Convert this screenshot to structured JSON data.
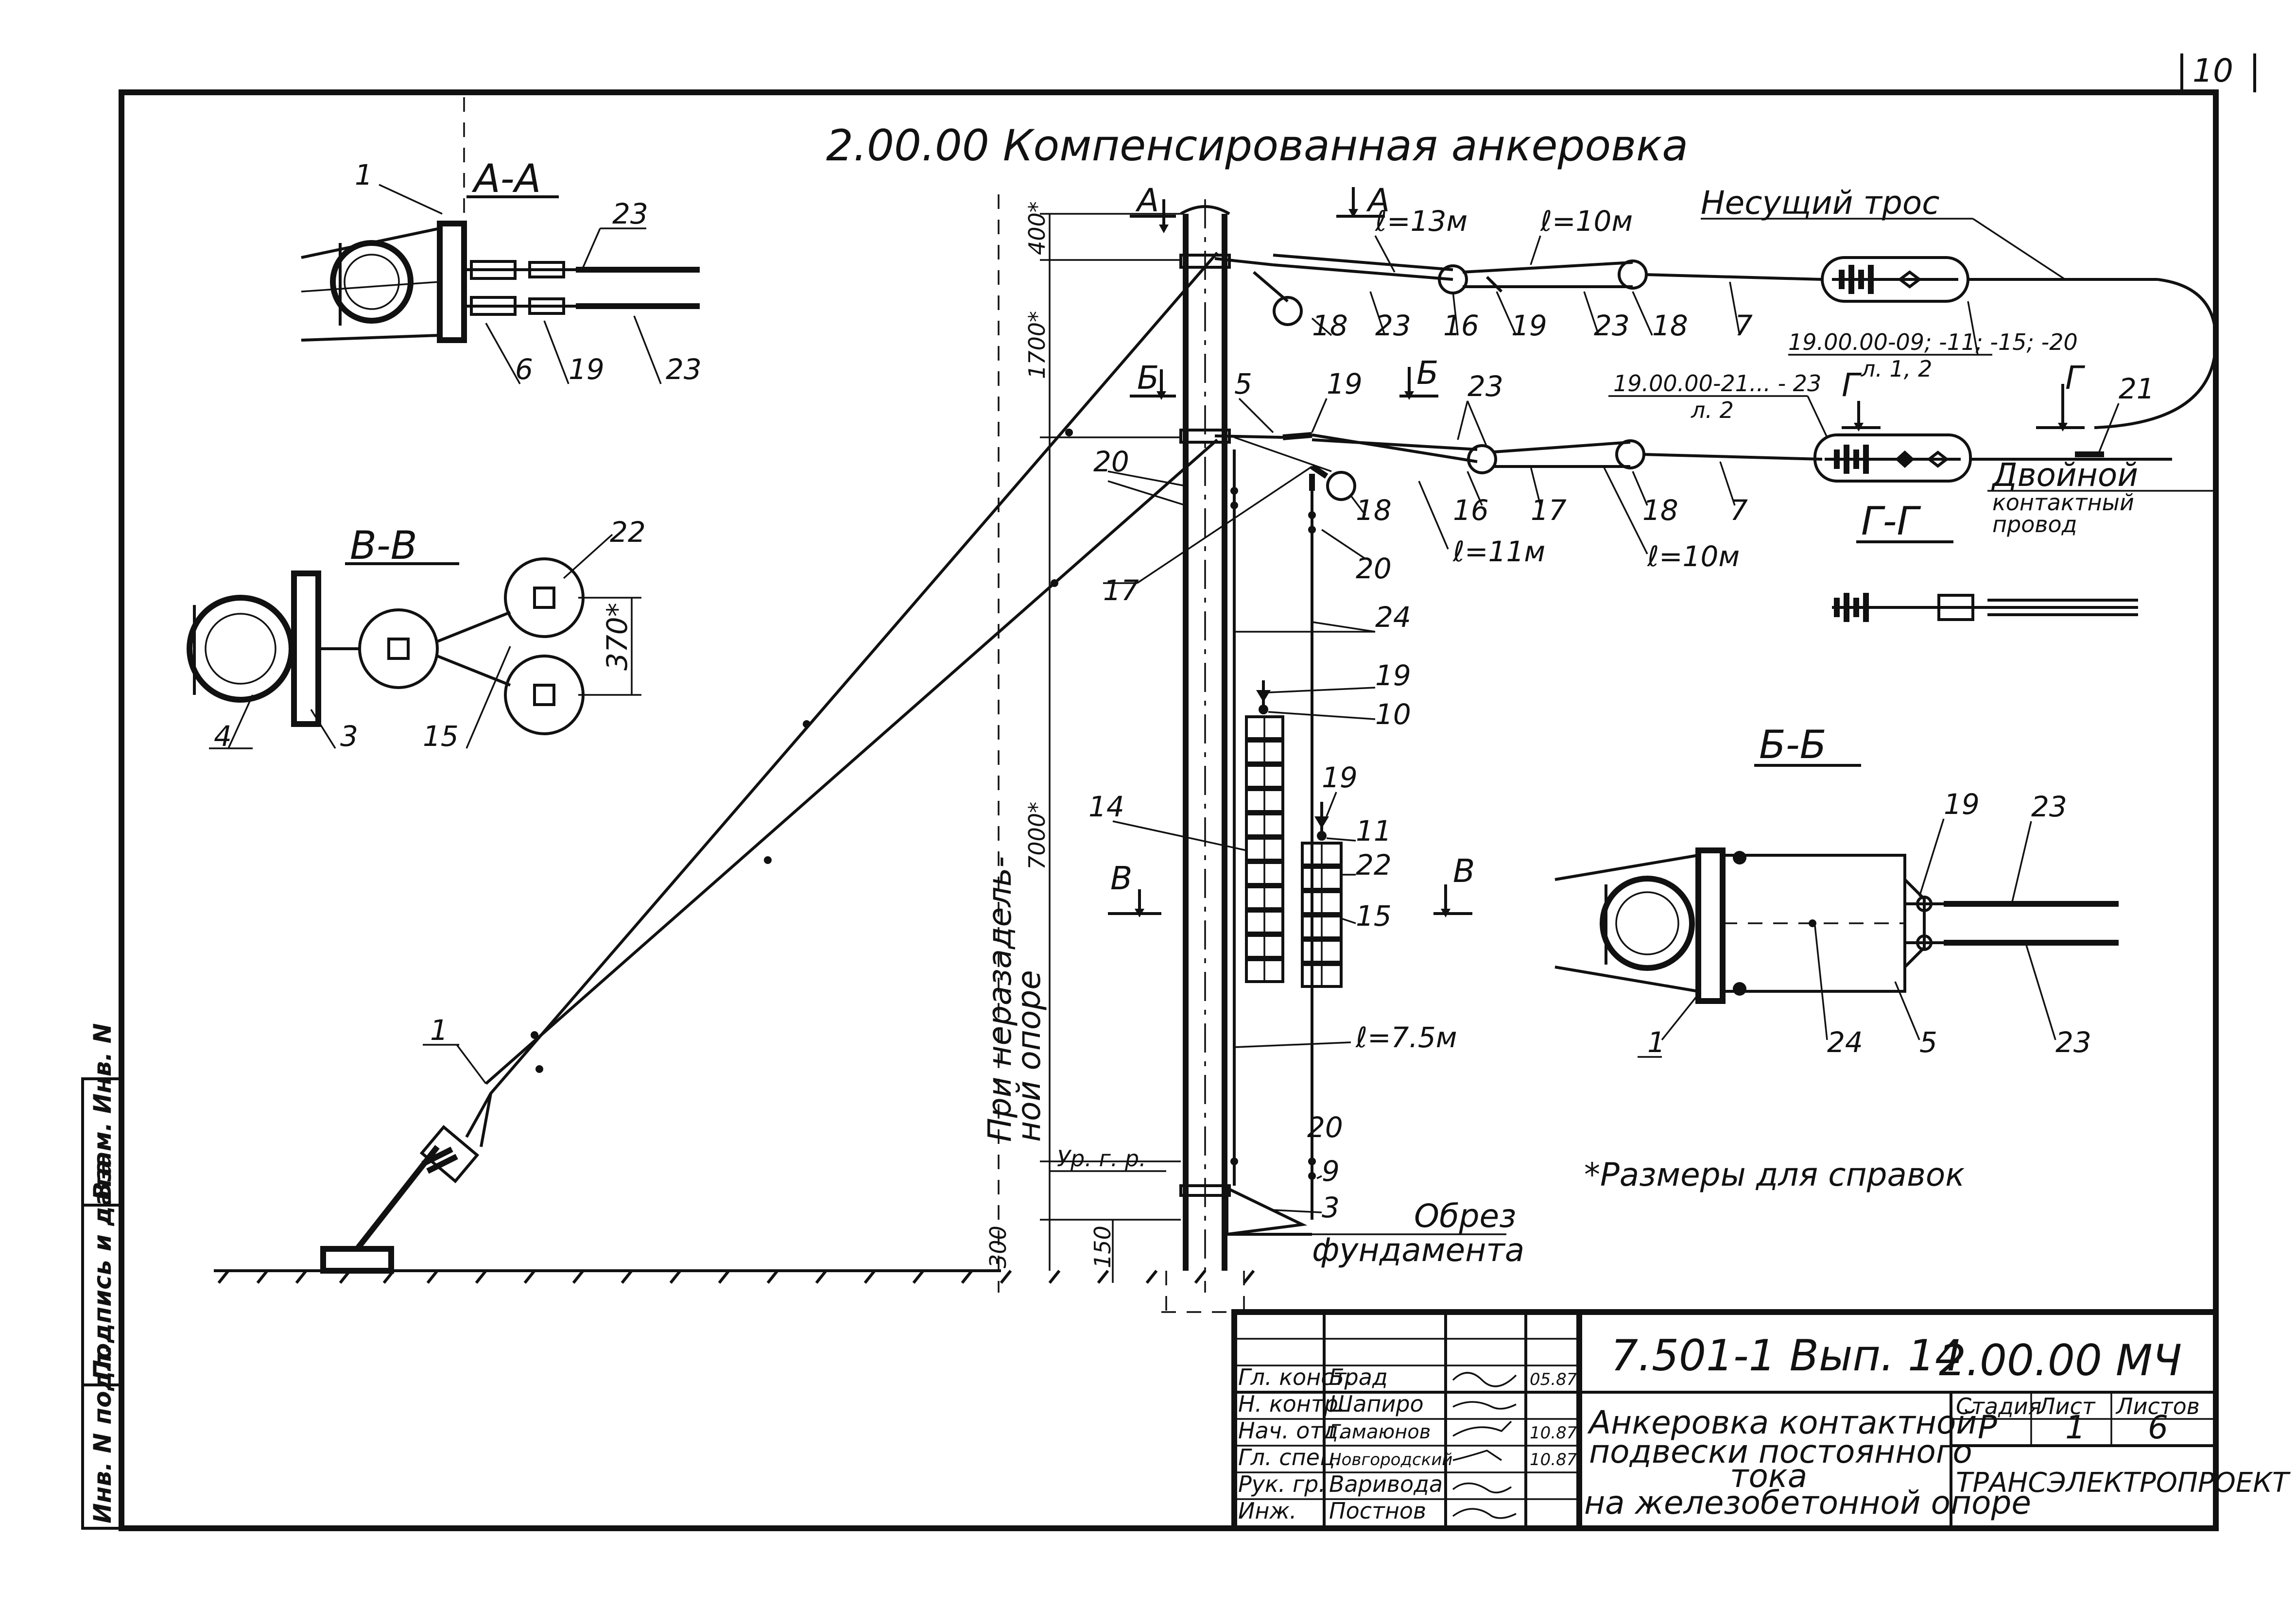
{
  "sheet": {
    "page_number": "10",
    "title": "2.00.00 Компенсированная анкеровка",
    "note": "*Размеры для справок",
    "foundation_label_1": "Обрез",
    "foundation_label_2": "фундамента",
    "side_note_1": "При неразадель-",
    "side_note_2": "ной опоре",
    "ground_level": "Ур. г. р."
  },
  "sections": {
    "a_a": "А-А",
    "b_b_left": "В-В",
    "g_g": "Г-Г",
    "b_b": "Б-Б",
    "cut_a": "А",
    "cut_b": "Б",
    "cut_v": "В",
    "cut_g": "Г"
  },
  "main_labels": {
    "messenger": "Несущий трос",
    "contact_wire_1": "Двойной",
    "contact_wire_2": "контактный",
    "contact_wire_3": "провод",
    "ref_upper_1": "19.00.00-09; -11; -15; -20",
    "ref_upper_2": "л. 1, 2",
    "ref_lower_1": "19.00.00-21... - 23",
    "ref_lower_2": "л. 2",
    "len_13": "ℓ=13м",
    "len_10a": "ℓ=10м",
    "len_11": "ℓ=11м",
    "len_10b": "ℓ=10м",
    "len_75": "ℓ=7.5м"
  },
  "dimensions": {
    "d400": "400*",
    "d1700": "1700*",
    "d7000": "7000*",
    "d300": "300",
    "d150": "150",
    "d370": "370*"
  },
  "positions": {
    "p1": "1",
    "p3": "3",
    "p4": "4",
    "p5": "5",
    "p6": "6",
    "p7": "7",
    "p9": "9",
    "p10": "10",
    "p11": "11",
    "p14": "14",
    "p15": "15",
    "p16": "16",
    "p17": "17",
    "p18": "18",
    "p19": "19",
    "p20": "20",
    "p21": "21",
    "p22": "22",
    "p23": "23",
    "p24": "24"
  },
  "title_block": {
    "doc_code": "7.501-1 Вып. 14",
    "drawing_code": "2.00.00 МЧ",
    "description_1": "Анкеровка контактной",
    "description_2": "подвески постоянного",
    "description_3": "тока",
    "description_4": "на железобетонной опоре",
    "stage_header": "Стадия",
    "sheet_header": "Лист",
    "sheets_header": "Листов",
    "stage_value": "Р",
    "sheet_value": "1",
    "sheets_value": "6",
    "organization": "ТРАНСЭЛЕКТРОПРОЕКТ",
    "signers": [
      {
        "role": "Гл. конст.",
        "name": "Брад",
        "date": "05.87"
      },
      {
        "role": "Н. контр.",
        "name": "Шапиро",
        "date": ""
      },
      {
        "role": "Нач. отд.",
        "name": "Гамаюнов",
        "date": "10.87"
      },
      {
        "role": "Гл. спец.",
        "name": "Новгородский",
        "date": "10.87"
      },
      {
        "role": "Рук. гр.",
        "name": "Варивода",
        "date": ""
      },
      {
        "role": "Инж.",
        "name": "Постнов",
        "date": ""
      }
    ]
  },
  "left_strip": {
    "inv_orig": "Инв. N подл.",
    "sign_date": "Подпись и дата",
    "inv_repl": "Взам. Инв. N"
  }
}
